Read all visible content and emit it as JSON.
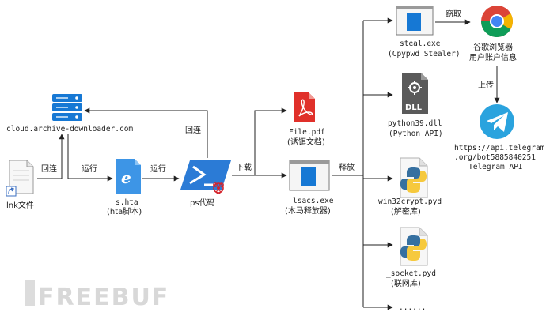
{
  "nodes": {
    "lnk": {
      "label": "lnk文件"
    },
    "cloud": {
      "label": "cloud.archive-downloader.com"
    },
    "hta": {
      "label1": "s.hta",
      "label2": "(hta脚本)"
    },
    "ps": {
      "label": "ps代码"
    },
    "filepdf": {
      "label1": "File.pdf",
      "label2": "(诱饵文档)"
    },
    "lsacs": {
      "label1": "lsacs.exe",
      "label2": "(木马释放器)"
    },
    "steal": {
      "label1": "steal.exe",
      "label2": "(Cpypwd Stealer)"
    },
    "python39": {
      "label1": "python39.dll",
      "label2": "(Python API)",
      "badge": "DLL"
    },
    "win32crypt": {
      "label1": "win32crypt.pyd",
      "label2": "(解密库)"
    },
    "socket": {
      "label1": "_socket.pyd",
      "label2": "(联网库)"
    },
    "more": {
      "label": "......"
    },
    "chrome": {
      "label1": "谷歌浏览器",
      "label2": "用户账户信息"
    },
    "telegram": {
      "label1": "https://api.telegram",
      "label2": ".org/bot5885840251",
      "label3": "Telegram API"
    }
  },
  "edges": {
    "lnk_cloud": "回连",
    "run1": "运行",
    "run2": "运行",
    "ps_cloud": "回连",
    "download": "下载",
    "release": "释放",
    "steal_chrome": "窃取",
    "upload": "上传"
  },
  "watermark": "FREEBUF",
  "colors": {
    "blue": "#1678d4",
    "pdf_red": "#e0302a",
    "ps_blue": "#2b7bd6",
    "telegram": "#2aa3de",
    "line": "#222222"
  }
}
